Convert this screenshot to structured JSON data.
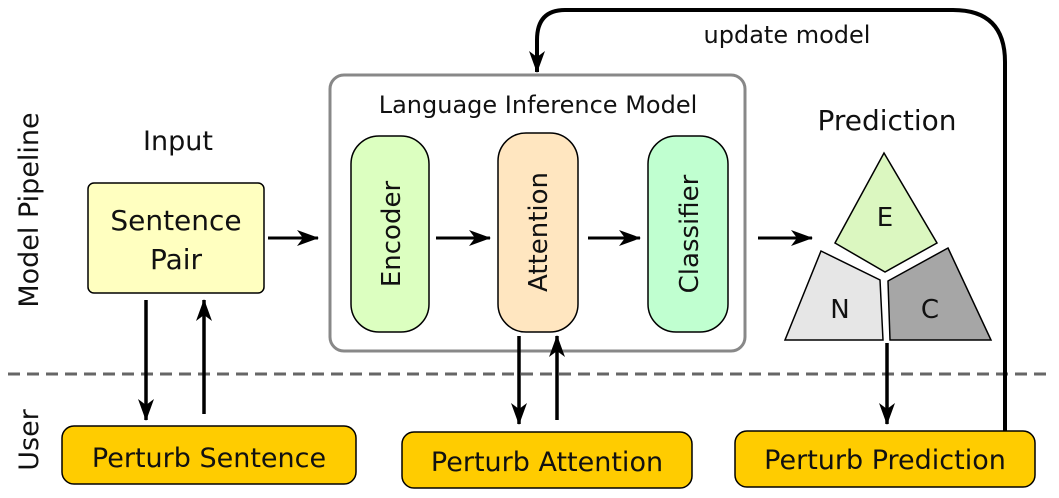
{
  "lanes": {
    "pipeline_label": "Model Pipeline",
    "user_label": "User"
  },
  "input": {
    "title": "Input",
    "box_line1": "Sentence",
    "box_line2": "Pair"
  },
  "model": {
    "title": "Language Inference Model",
    "encoder": "Encoder",
    "attention": "Attention",
    "classifier": "Classifier"
  },
  "prediction": {
    "title": "Prediction",
    "e": "E",
    "n": "N",
    "c": "C"
  },
  "feedback": {
    "label": "update model"
  },
  "user_actions": {
    "perturb_sentence": "Perturb Sentence",
    "perturb_attention": "Perturb Attention",
    "perturb_prediction": "Perturb Prediction"
  },
  "colors": {
    "input_box": "#ffffc0",
    "encoder": "#dcffc0",
    "attention": "#ffe6c0",
    "classifier": "#c0ffd0",
    "pred_e": "#dbf7c0",
    "pred_n": "#e6e6e6",
    "pred_c": "#a6a6a6",
    "user_button": "#ffcc00",
    "model_border": "#888888",
    "divider": "#666666"
  }
}
